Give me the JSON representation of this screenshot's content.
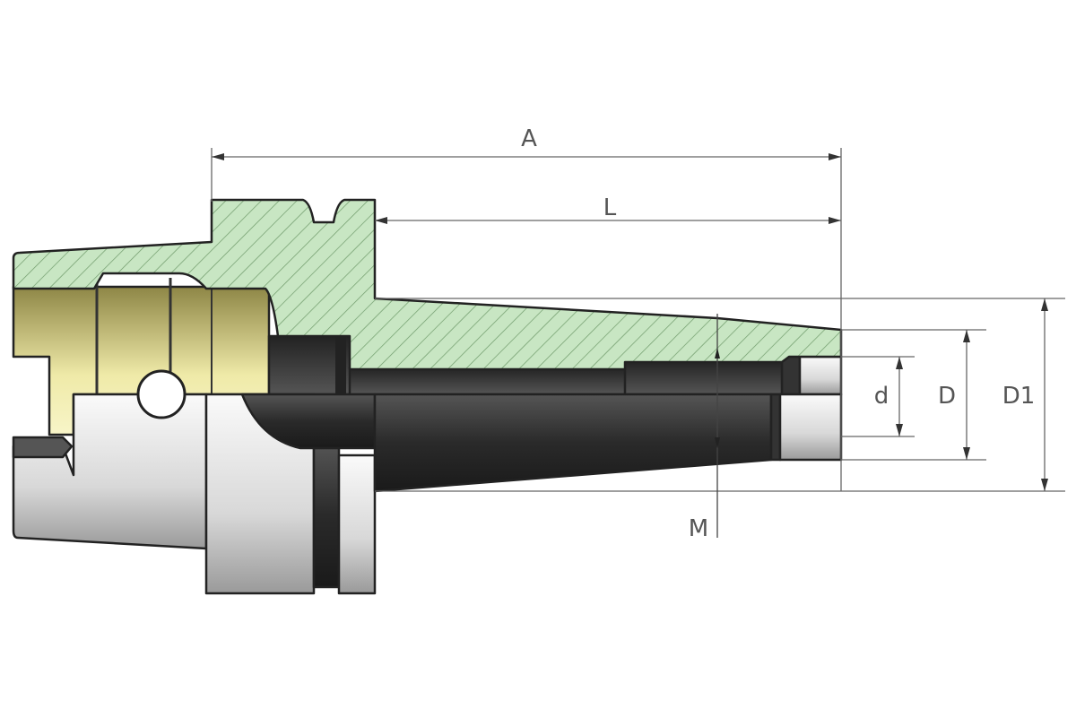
{
  "diagram": {
    "dimensions": {
      "overall_length": "A",
      "projection_length": "L",
      "bore_diameter": "d",
      "nose_diameter": "D",
      "taper_diameter": "D1",
      "thread": "M"
    },
    "colors": {
      "section_fill": "#c8e6c3",
      "bore_fill": "#f2eeae",
      "arbor_dark": "#3a3a3a",
      "silver": "#e4e4e4"
    }
  }
}
